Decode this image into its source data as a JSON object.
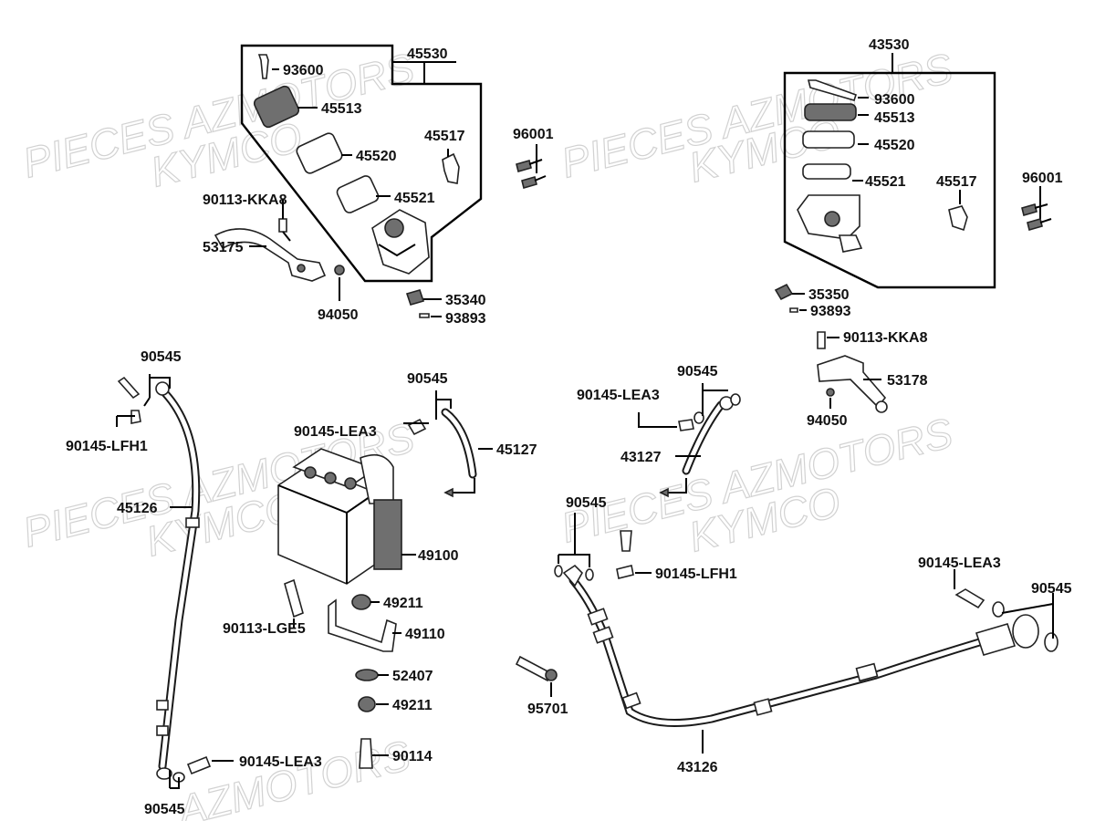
{
  "diagram": {
    "watermarks": [
      "PIECES AZMOTORS",
      "KYMCO",
      "PIECES AZMOTORS",
      "KYMCO",
      "PIECES AZMOTORS",
      "KYMCO",
      "PIECES AZMOTORS",
      "KYMCO",
      "AZMOTORS"
    ],
    "labels": {
      "p45530": "45530",
      "p93600_l": "93600",
      "p45513_l": "45513",
      "p45520_l": "45520",
      "p45517_l": "45517",
      "p45521_l": "45521",
      "p96001_l": "96001",
      "p90113kka8_l": "90113-KKA8",
      "p53175": "53175",
      "p94050_l": "94050",
      "p35340": "35340",
      "p93893_l": "93893",
      "p43530": "43530",
      "p93600_r": "93600",
      "p45513_r": "45513",
      "p45520_r": "45520",
      "p45521_r": "45521",
      "p45517_r": "45517",
      "p96001_r": "96001",
      "p35350": "35350",
      "p93893_r": "93893",
      "p90113kka8_r": "90113-KKA8",
      "p53178": "53178",
      "p94050_r": "94050",
      "p90545_a": "90545",
      "p90145lfh1_a": "90145-LFH1",
      "p45126": "45126",
      "p90545_b": "90545",
      "p90145lea3_b": "90145-LEA3",
      "p45127": "45127",
      "p90545_c": "90545",
      "p90145lea3_c": "90145-LEA3",
      "p43127": "43127",
      "p49100": "49100",
      "p90545_d": "90545",
      "p90145lfh1_d": "90145-LFH1",
      "p90113lge5": "90113-LGE5",
      "p49211_a": "49211",
      "p49110": "49110",
      "p52407": "52407",
      "p49211_b": "49211",
      "p90114": "90114",
      "p90145lea3_e": "90145-LEA3",
      "p90545_e": "90545",
      "p95701": "95701",
      "p43126": "43126",
      "p90145lea3_f": "90145-LEA3",
      "p90545_f": "90545"
    }
  }
}
